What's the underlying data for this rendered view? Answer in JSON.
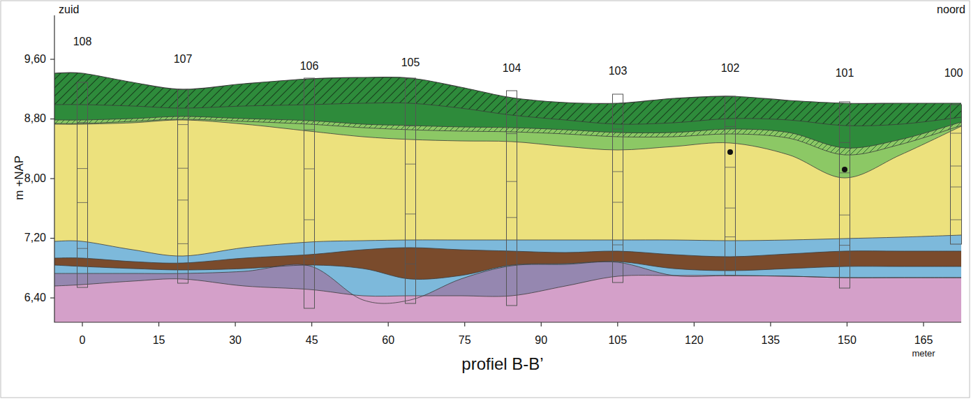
{
  "diagram": {
    "labels": [
      "zuid",
      "noord",
      "108",
      "107",
      "106",
      "105",
      "104",
      "103",
      "102",
      "101",
      "100",
      "9,60",
      "8,80",
      "8,00",
      "7,20",
      "6,40",
      "m +NAP",
      "0",
      "15",
      "30",
      "45",
      "60",
      "75",
      "90",
      "105",
      "120",
      "135",
      "150",
      "165",
      "meter",
      "profiel B-B’"
    ]
  }
}
